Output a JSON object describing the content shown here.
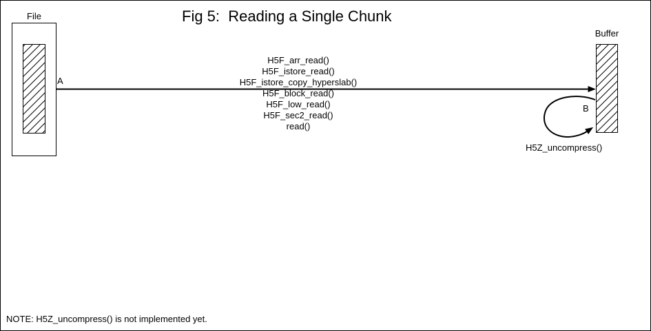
{
  "colors": {
    "ink": "#000000",
    "background": "#ffffff"
  },
  "title": "Fig 5:  Reading a Single Chunk",
  "file": {
    "label": "File"
  },
  "buffer": {
    "label": "Buffer"
  },
  "read_path": {
    "label": "A",
    "call_stack": [
      "H5F_arr_read()",
      "H5F_istore_read()",
      "H5F_istore_copy_hyperslab()",
      "H5F_block_read()",
      "H5F_low_read()",
      "H5F_sec2_read()",
      "read()"
    ]
  },
  "uncompress_loop": {
    "label": "B",
    "function": "H5Z_uncompress()"
  },
  "note": "NOTE: H5Z_uncompress() is not implemented yet."
}
